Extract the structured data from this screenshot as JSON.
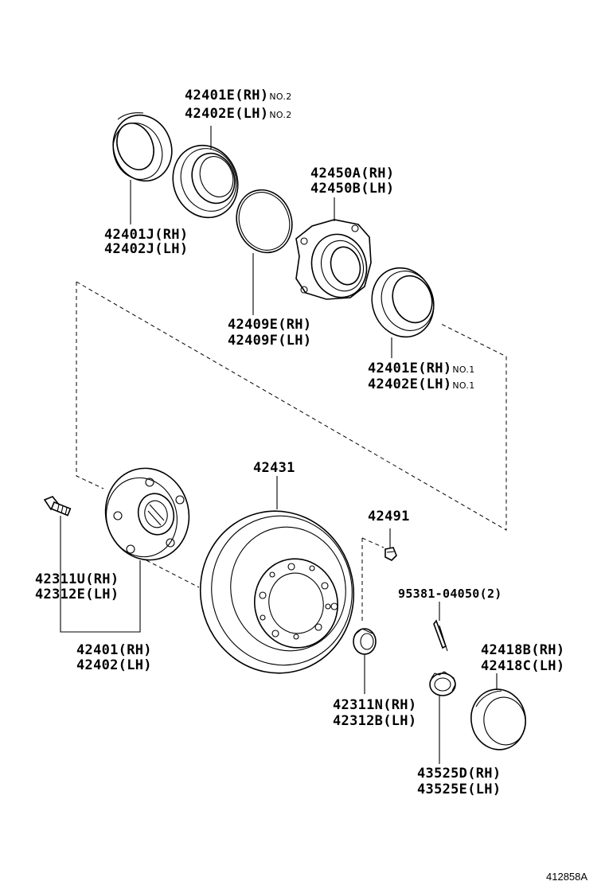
{
  "labels": {
    "bearing_no2_rh": "42401E(RH)",
    "bearing_no2_rh_note": "NO.2",
    "bearing_no2_lh": "42402E(LH)",
    "bearing_no2_lh_note": "NO.2",
    "seal_rh": "42401J(RH)",
    "seal_lh": "42402J(LH)",
    "carrier_rh": "42450A(RH)",
    "carrier_lh": "42450B(LH)",
    "oring_rh": "42409E(RH)",
    "oring_lh": "42409F(LH)",
    "bearing_no1_rh": "42401E(RH)",
    "bearing_no1_rh_note": "NO.1",
    "bearing_no1_lh": "42402E(LH)",
    "bearing_no1_lh_note": "NO.1",
    "disc": "42431",
    "plug": "42491",
    "hub_bolt_rh": "42311U(RH)",
    "hub_bolt_lh": "42312E(LH)",
    "hub_rh": "42401(RH)",
    "hub_lh": "42402(LH)",
    "cotter_pin": "95381-04050(2)",
    "grease_cap_rh": "42418B(RH)",
    "grease_cap_lh": "42418C(LH)",
    "nut_rh": "42311N(RH)",
    "nut_lh": "42312B(LH)",
    "nut_lock_rh": "43525D(RH)",
    "nut_lock_lh": "43525E(LH)",
    "figure_ref": "412858A"
  }
}
